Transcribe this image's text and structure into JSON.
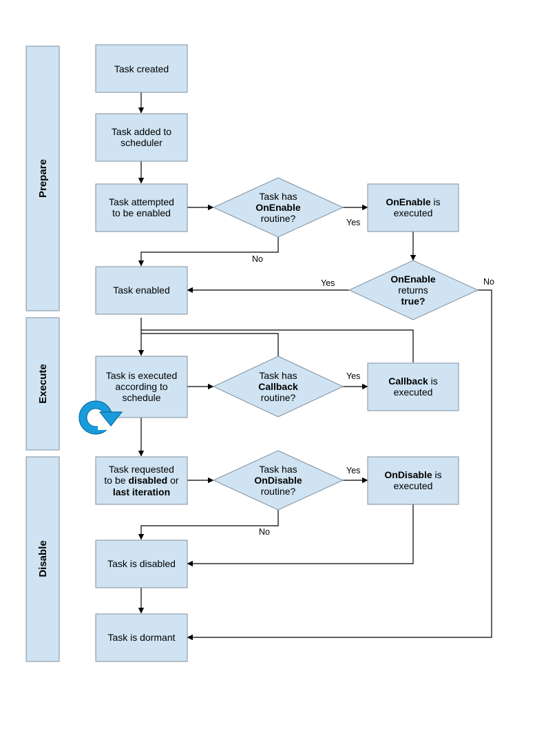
{
  "lanes": {
    "prepare": "Prepare",
    "execute": "Execute",
    "disable": "Disable"
  },
  "nodes": {
    "task_created": "Task created",
    "task_added_1": "Task added to",
    "task_added_2": "scheduler",
    "attempted_1": "Task attempted",
    "attempted_2": "to be enabled",
    "has_onenable_1": "Task has",
    "has_onenable_2": "OnEnable",
    "has_onenable_3": "routine?",
    "onenable_exec_bold": "OnEnable",
    "onenable_exec_rest": " is",
    "onenable_exec_2": "executed",
    "returns_1": "OnEnable",
    "returns_2": "returns",
    "returns_3": "true?",
    "task_enabled": "Task enabled",
    "executed_1": "Task is executed",
    "executed_2": "according to",
    "executed_3": "schedule",
    "has_callback_1": "Task has",
    "has_callback_2": "Callback",
    "has_callback_3": "routine?",
    "callback_exec_bold": "Callback",
    "callback_exec_rest": " is",
    "callback_exec_2": "executed",
    "requested_1": "Task requested",
    "requested_2a": "to be ",
    "requested_2b": "disabled",
    "requested_2c": " or",
    "requested_3": "last iteration",
    "has_ondisable_1": "Task has",
    "has_ondisable_2": "OnDisable",
    "has_ondisable_3": "routine?",
    "ondisable_exec_bold": "OnDisable",
    "ondisable_exec_rest": " is",
    "ondisable_exec_2": "executed",
    "task_disabled": "Task is disabled",
    "task_dormant": "Task is dormant"
  },
  "edge_labels": {
    "onenable_yes": "Yes",
    "onenable_no": "No",
    "returns_yes": "Yes",
    "returns_no": "No",
    "callback_yes": "Yes",
    "ondisable_yes": "Yes",
    "ondisable_no": "No"
  },
  "icons": {
    "loop": "refresh-loop-icon"
  },
  "colors": {
    "box_fill": "#cfe3f2",
    "box_stroke": "#7f8f9d",
    "loop_icon": "#1a9bdc"
  }
}
